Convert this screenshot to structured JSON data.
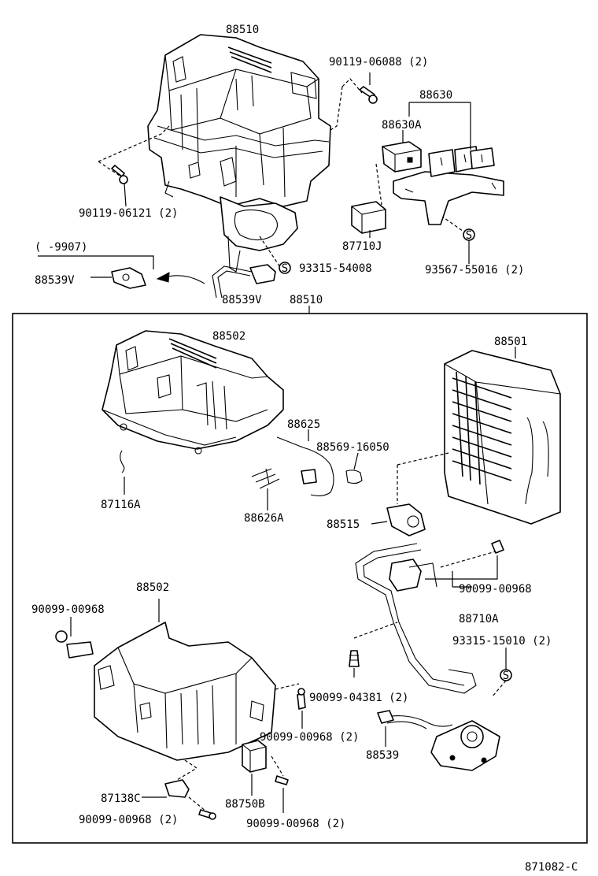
{
  "labels": {
    "unit_top": "88510",
    "bolt_top_right": "90119-06088 (2)",
    "relay_group": "88630",
    "relay_a": "88630A",
    "bolt_left": "90119-06121 (2)",
    "relay_j": "87710J",
    "screw_s1": "93315-54008",
    "screw_s2": "93567-55016 (2)",
    "date_range": "( -9907)",
    "sensor_left": "88539V",
    "sensor_mid": "88539V",
    "assy_box": "88510",
    "case_upper": "88502",
    "evaporator": "88501",
    "wire_harness": "88625",
    "clip_wire": "88569-16050",
    "clip_left": "87116A",
    "clamp_wire": "88626A",
    "valve": "88515",
    "case_lower": "88502",
    "bolt_lower_left": "90099-00968",
    "bolt_lower_right": "90099-00968",
    "tube_assy": "88710A",
    "screw_s3": "93315-15010 (2)",
    "bolt_mid": "90099-04381 (2)",
    "bolt_mid2": "90099-00968 (2)",
    "thermistor": "88539",
    "bracket": "87138C",
    "bolt_bottom_left": "90099-00968 (2)",
    "amp": "88750B",
    "bolt_bottom_right": "90099-00968 (2)",
    "diagram_id": "871082-C"
  },
  "symbols": {
    "screw_marker": "S"
  }
}
